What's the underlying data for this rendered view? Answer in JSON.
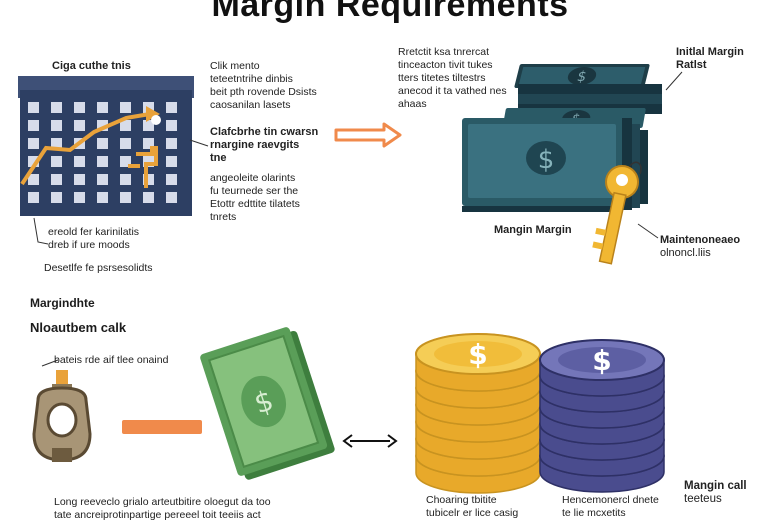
{
  "title": "Margin Requirements",
  "building": {
    "heading": "Ciga cuthe tnis",
    "caption_lines": [
      "ereold fer karinilatis",
      "dreb if ure moods"
    ],
    "footer": "Desetlfe fe psrsesolidts"
  },
  "middle_text": {
    "top_lines": [
      "Clik mento",
      "teteetntrihe dinbis",
      "beit pth rovende Dsists",
      "caosanilan lasets"
    ],
    "bold_lines": [
      "Clafcbrhe tin cwarsn",
      "rnargine raevgits",
      "tne"
    ],
    "lower_lines": [
      "angeoleite olarints",
      "fu teurnede ser the",
      "Etottr edttite tilatets",
      "tnrets"
    ]
  },
  "money_stack": {
    "top_lines": [
      "Rretctit ksa tnrercat",
      "tinceacton tivit tukes",
      "tters titetes tiltestrs",
      "anecod it ta vathed nes",
      "ahaas"
    ],
    "initial_label": [
      "Initlal Margin",
      "Ratlst"
    ],
    "margin_label": "Mangin Margin",
    "maintenance_label": [
      "Maintenoneaeo",
      "olnoncl.liis"
    ]
  },
  "margin_call": {
    "label_line1": "Margindhte",
    "label_line2": "Nloautbem calk",
    "gauge_caption": "bateis rde aif tlee onaind",
    "bottom_text": [
      "Long reeveclo grialo arteutbitire oloegut da too",
      "tate ancreiprotinpartige pereeel toit teeiis act"
    ]
  },
  "coins": {
    "caption": [
      "Choaring tbitite",
      "tubicelr er lice casig"
    ],
    "caption2": [
      "Hencemonercl dnete",
      "te lie mcxetits"
    ],
    "margin_call_label": [
      "Mangin call",
      "teeteus"
    ]
  },
  "colors": {
    "navy": "#2d3f63",
    "arrow_orange": "#f08a4b",
    "teal_bill": "#2a5a66",
    "coin_gold": "#f1bd3a",
    "coin_purple": "#5d5fa3",
    "key_gold": "#f1b732",
    "green_bill": "#5a9e58"
  }
}
